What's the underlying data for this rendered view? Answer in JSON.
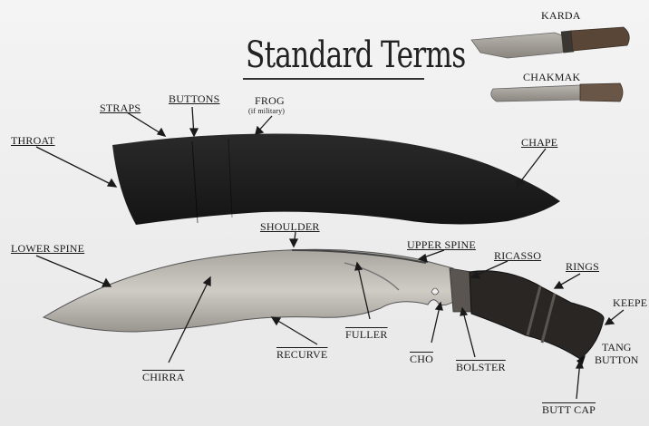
{
  "title": "Standard Terms",
  "labels": {
    "karda": "KARDA",
    "chakmak": "CHAKMAK",
    "straps": "STRAPS",
    "buttons": "BUTTONS",
    "frog": "FROG",
    "frog_note": "(if military)",
    "throat": "THROAT",
    "chape": "CHAPE",
    "shoulder": "SHOULDER",
    "upper_spine": "UPPER SPINE",
    "lower_spine": "LOWER SPINE",
    "ricasso": "RICASSO",
    "rings": "RINGS",
    "keeper": "KEEPE",
    "tang": "TANG",
    "button": "BUTTON",
    "fuller": "FULLER",
    "recurve": "RECURVE",
    "cho": "CHO",
    "bolster": "BOLSTER",
    "chirra": "CHIRRA",
    "butt_cap": "BUTT CAP"
  },
  "colors": {
    "sheath": "#1c1c1c",
    "blade_light": "#c9c6c0",
    "blade_dark": "#8e8a84",
    "handle": "#2a2624",
    "wood": "#5a4a3e",
    "ink": "#1a1a1a"
  }
}
